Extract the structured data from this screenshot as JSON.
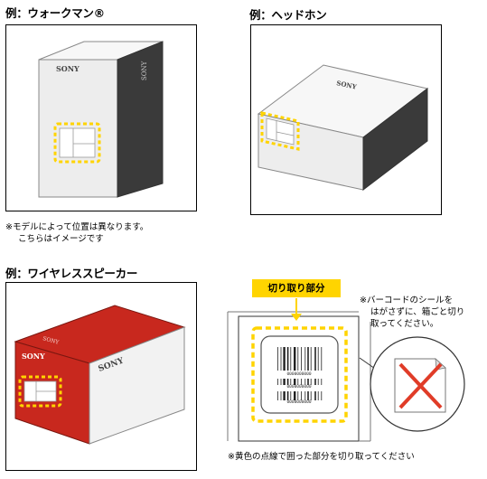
{
  "headings": {
    "walkman": "例：ウォークマン®",
    "headphones": "例：ヘッドホン",
    "speaker": "例：ワイヤレススピーカー"
  },
  "notes": {
    "model_line1": "※モデルによって位置は異なります。",
    "model_line2": "こちらはイメージです",
    "cut_badge": "切り取り部分",
    "peel_line1": "※バーコードのシールを",
    "peel_line2": "はがさずに、箱ごと切り",
    "peel_line3": "取ってください。",
    "bottom": "※黄色の点線で囲った部分を切り取ってください"
  },
  "brand": "SONY",
  "barcode_numbers": [
    "0000000000",
    "0000000000",
    "0000000000"
  ],
  "colors": {
    "dash_yellow": "#ffd400",
    "red_box": "#c8281e",
    "cross_red": "#e03c28",
    "dark_side": "#3a3a3a"
  }
}
